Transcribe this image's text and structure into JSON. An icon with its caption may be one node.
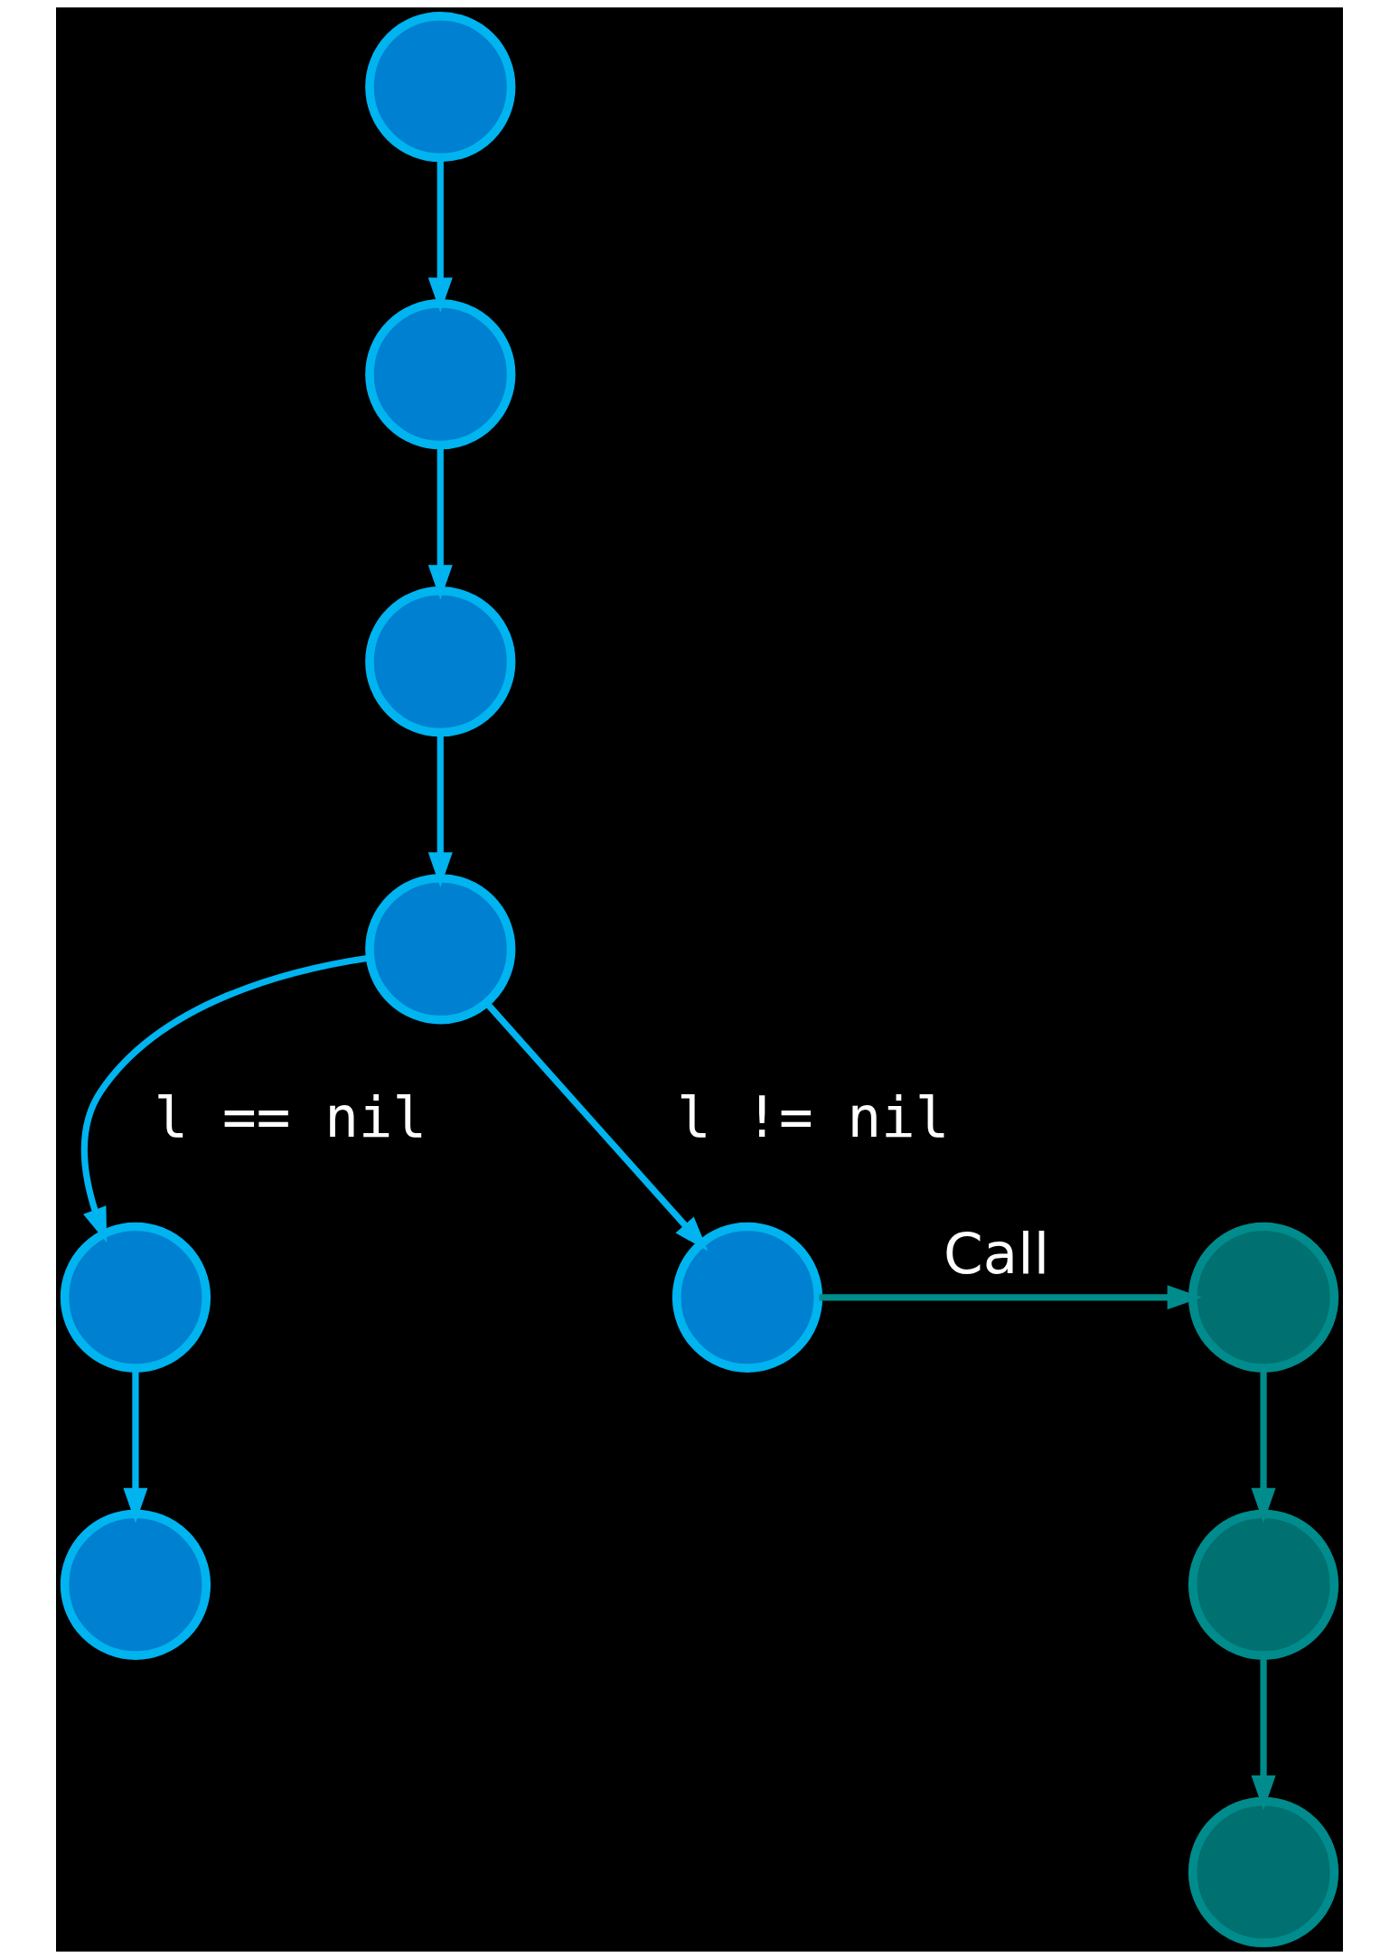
{
  "diagram": {
    "nodes": [
      {
        "text": [],
        "shape": "circle"
      },
      {
        "text": [],
        "shape": "circle"
      },
      {
        "text": [],
        "shape": "circle"
      },
      {
        "text": [],
        "shape": "circle"
      },
      {
        "text": [],
        "shape": "circle"
      },
      {
        "text": [],
        "shape": "circle"
      },
      {
        "text": [],
        "shape": "circle"
      },
      {
        "text": [],
        "shape": "circle"
      },
      {
        "text": [],
        "shape": "circle"
      },
      {
        "text": [],
        "shape": "circle"
      }
    ],
    "edges": [
      {
        "from": 0,
        "to": 1,
        "arrow": "to"
      },
      {
        "from": 1,
        "to": 2,
        "arrow": "to"
      },
      {
        "from": 2,
        "to": 3,
        "arrow": "to"
      },
      {
        "from": 3,
        "to": 5,
        "arrow": "to",
        "label": "l != nil"
      },
      {
        "from": 3,
        "to": 4,
        "arrow": "to",
        "label": "l == nil"
      },
      {
        "from": 4,
        "to": 6,
        "arrow": "to"
      },
      {
        "from": 5,
        "to": 7,
        "arrow": "to",
        "label": "Call",
        "color": "#008c8c"
      },
      {
        "from": 7,
        "to": 8,
        "arrow": "to",
        "color": "#008c8c"
      },
      {
        "from": 8,
        "to": 9,
        "arrow": "to",
        "color": "#008c8c"
      }
    ]
  }
}
